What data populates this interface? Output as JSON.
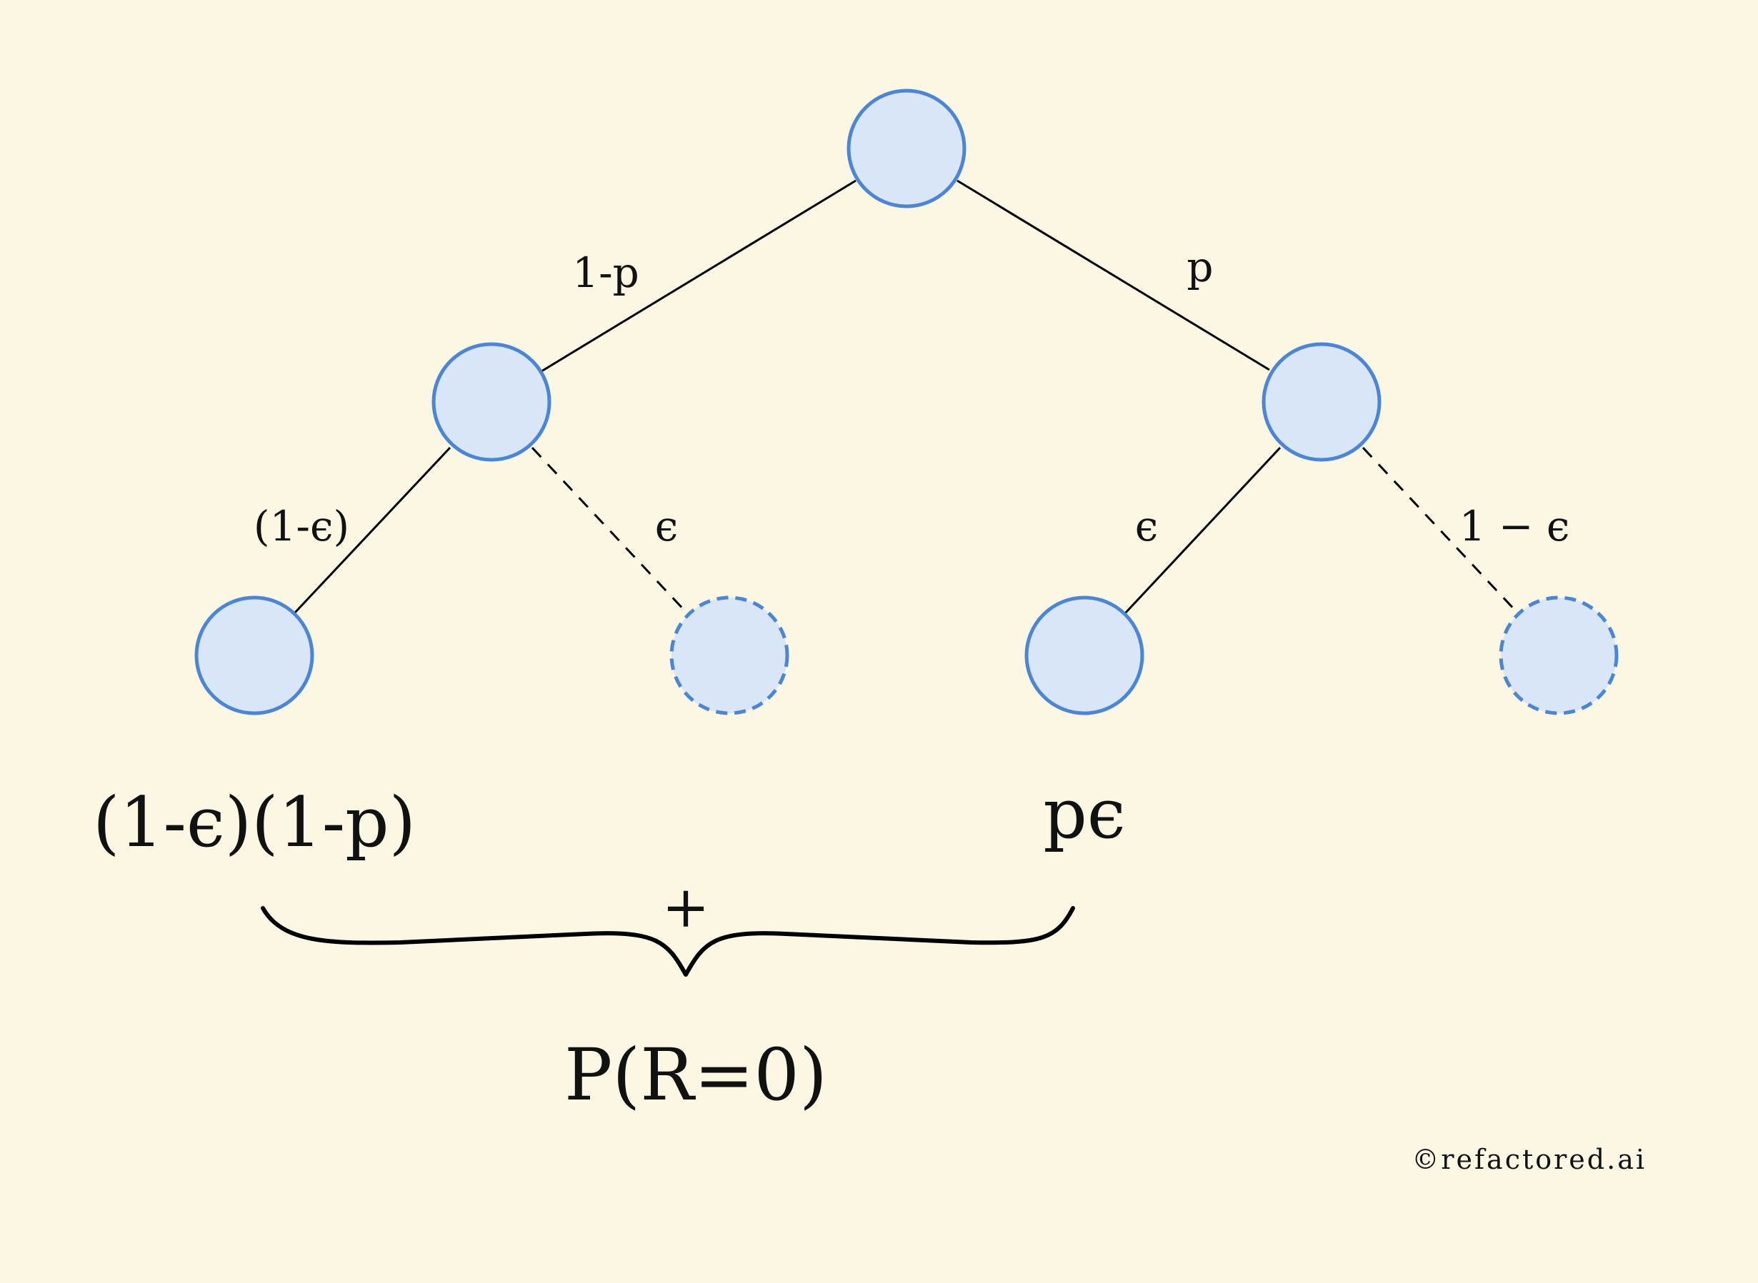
{
  "edges": {
    "root_left": "1-p",
    "root_right": "p",
    "left_left": "(1-ϵ)",
    "left_right": "ϵ",
    "right_left": "ϵ",
    "right_right": "1 − ϵ"
  },
  "leaves": {
    "outcome_1": "(1-ϵ)(1-p)",
    "outcome_2": "pϵ"
  },
  "sum": {
    "operator": "+",
    "total": "P(R=0)"
  },
  "credit": "©refactored.ai",
  "colors": {
    "background": "#fbf7e2",
    "node_fill": "#d8e6f8",
    "node_stroke": "#4a86d8"
  }
}
